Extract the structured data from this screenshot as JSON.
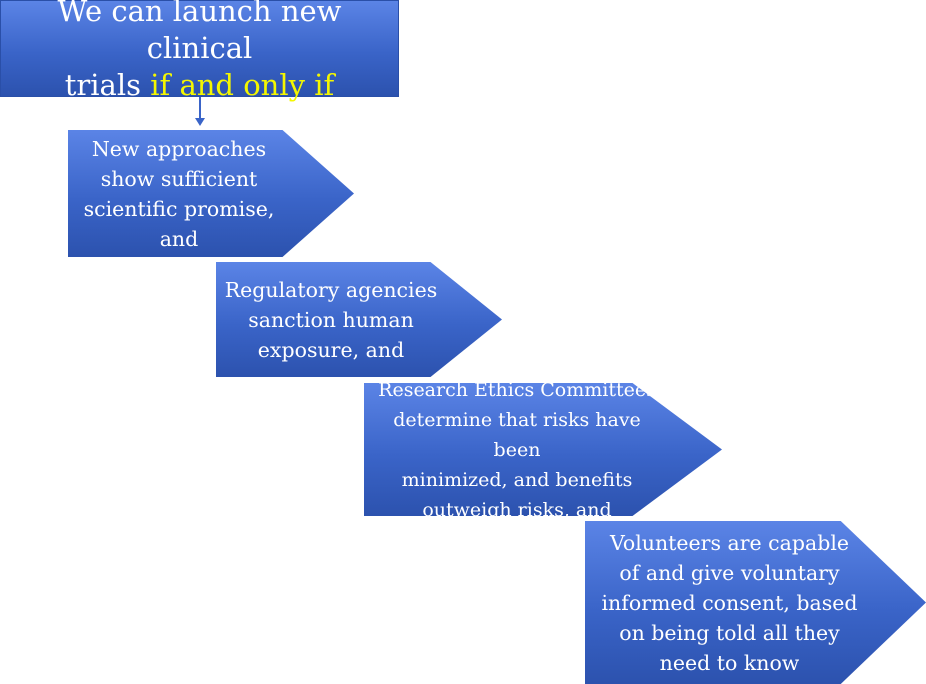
{
  "header": {
    "line1": "We can launch new clinical",
    "line2_prefix": "trials",
    "line2_highlight": "if and only if"
  },
  "steps": [
    {
      "lines": [
        "New approaches",
        "show sufficient",
        "scientific promise,",
        "and"
      ]
    },
    {
      "lines": [
        "Regulatory agencies",
        "sanction human",
        "exposure, and"
      ]
    },
    {
      "lines": [
        "Research Ethics Committees",
        "determine that risks have been",
        "minimized, and benefits",
        "outweigh risks, and"
      ]
    },
    {
      "lines": [
        "Volunteers are capable",
        "of and give voluntary",
        "informed consent, based",
        "on being told all they",
        "need to know"
      ]
    }
  ],
  "colors": {
    "shape_fill": "#3a64c8",
    "highlight_text": "#f4f700",
    "text": "#ffffff"
  }
}
